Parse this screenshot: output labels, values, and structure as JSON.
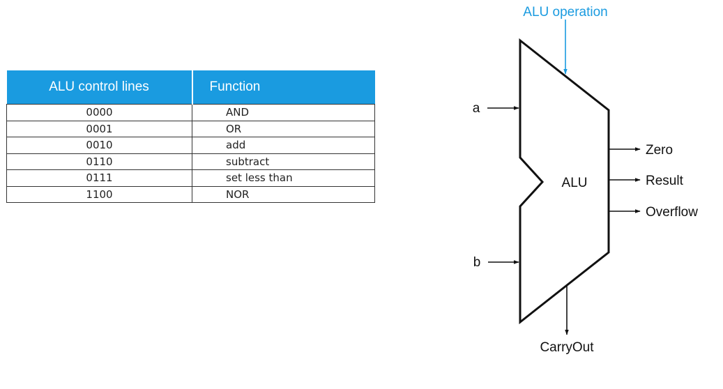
{
  "table": {
    "headers": [
      "ALU control lines",
      "Function"
    ],
    "rows": [
      {
        "code": "0000",
        "function": "AND"
      },
      {
        "code": "0001",
        "function": "OR"
      },
      {
        "code": "0010",
        "function": "add"
      },
      {
        "code": "0110",
        "function": "subtract"
      },
      {
        "code": "0111",
        "function": "set less than"
      },
      {
        "code": "1100",
        "function": "NOR"
      }
    ],
    "header_color": "#1a9be0"
  },
  "diagram": {
    "operation_label": "ALU operation",
    "input_a": "a",
    "input_b": "b",
    "block_label": "ALU",
    "outputs": [
      "Zero",
      "Result",
      "Overflow"
    ],
    "carry_out": "CarryOut",
    "operation_color": "#1a9be0"
  }
}
